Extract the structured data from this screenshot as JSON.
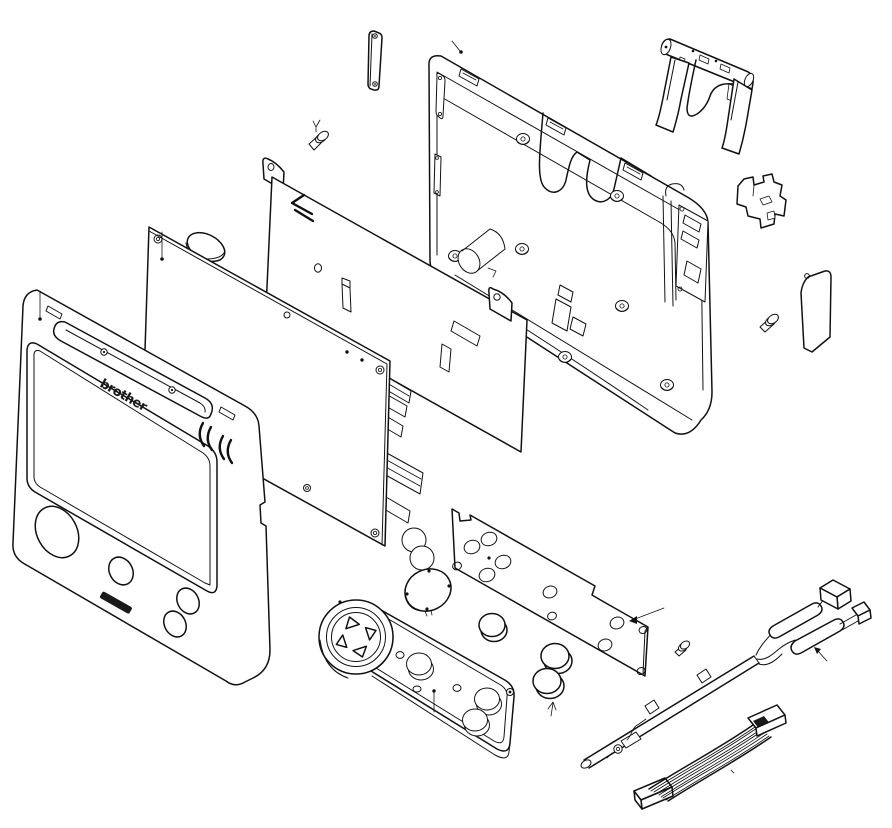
{
  "diagram": {
    "brand_logo": "brother",
    "background_color": "#ffffff",
    "line_color": "#111111",
    "label_bar_color": "#1a1a1a",
    "parts": [
      {
        "name": "rear-chassis"
      },
      {
        "name": "top-strip"
      },
      {
        "name": "screw-top"
      },
      {
        "name": "support-bracket"
      },
      {
        "name": "clip-bracket"
      },
      {
        "name": "screw-right"
      },
      {
        "name": "cover-plate"
      },
      {
        "name": "shield-plate"
      },
      {
        "name": "main-pcb"
      },
      {
        "name": "front-panel-cover"
      },
      {
        "name": "keypad-pcb"
      },
      {
        "name": "speaker-disc"
      },
      {
        "name": "control-strip"
      },
      {
        "name": "button-single"
      },
      {
        "name": "buttons-stacked"
      },
      {
        "name": "screw-small"
      },
      {
        "name": "cable-assembly"
      },
      {
        "name": "ribbon-cable"
      }
    ]
  }
}
